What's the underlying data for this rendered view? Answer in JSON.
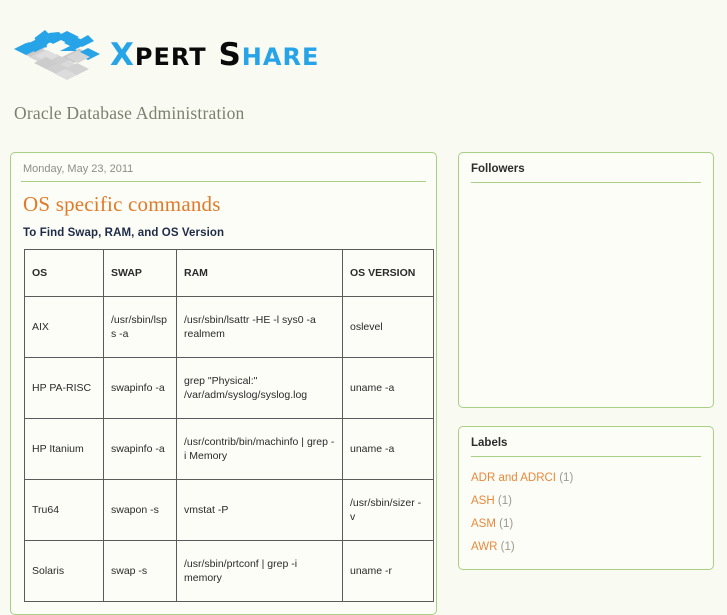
{
  "site": {
    "logo": {
      "icon": "puzzle-pieces-logo",
      "word1_cap": "X",
      "word1_rest": "PERT",
      "word2_cap": "S",
      "word2_rest": "HARE",
      "blue": "#27a3e8",
      "black": "#0a0a0a"
    },
    "subtitle": "Oracle Database Administration"
  },
  "post": {
    "date": "Monday, May 23, 2011",
    "title": "OS specific commands",
    "subtitle": "To Find Swap, RAM, and OS Version",
    "title_color": "#e07a28",
    "table": {
      "headers": [
        "OS",
        "SWAP",
        "RAM",
        "OS VERSION"
      ],
      "rows": [
        [
          "AIX",
          "/usr/sbin/lsps -a",
          "/usr/sbin/lsattr -HE -l sys0 -a realmem",
          "oslevel"
        ],
        [
          "HP PA-RISC",
          "swapinfo -a",
          "grep \"Physical:\" /var/adm/syslog/syslog.log",
          "uname -a"
        ],
        [
          "HP Itanium",
          "swapinfo -a",
          "/usr/contrib/bin/machinfo | grep -i Memory",
          "uname -a"
        ],
        [
          "Tru64",
          "swapon -s",
          "vmstat -P",
          "/usr/sbin/sizer -v"
        ],
        [
          "Solaris",
          "swap -s",
          "/usr/sbin/prtconf | grep -i memory",
          "uname -r"
        ]
      ]
    }
  },
  "sidebar": {
    "followers": {
      "title": "Followers",
      "body": ""
    },
    "labels": {
      "title": "Labels",
      "items": [
        {
          "name": "ADR and ADRCI",
          "count": "(1)"
        },
        {
          "name": "ASH",
          "count": "(1)"
        },
        {
          "name": "ASM",
          "count": "(1)"
        },
        {
          "name": "AWR",
          "count": "(1)"
        }
      ],
      "link_color": "#e8893c"
    }
  }
}
